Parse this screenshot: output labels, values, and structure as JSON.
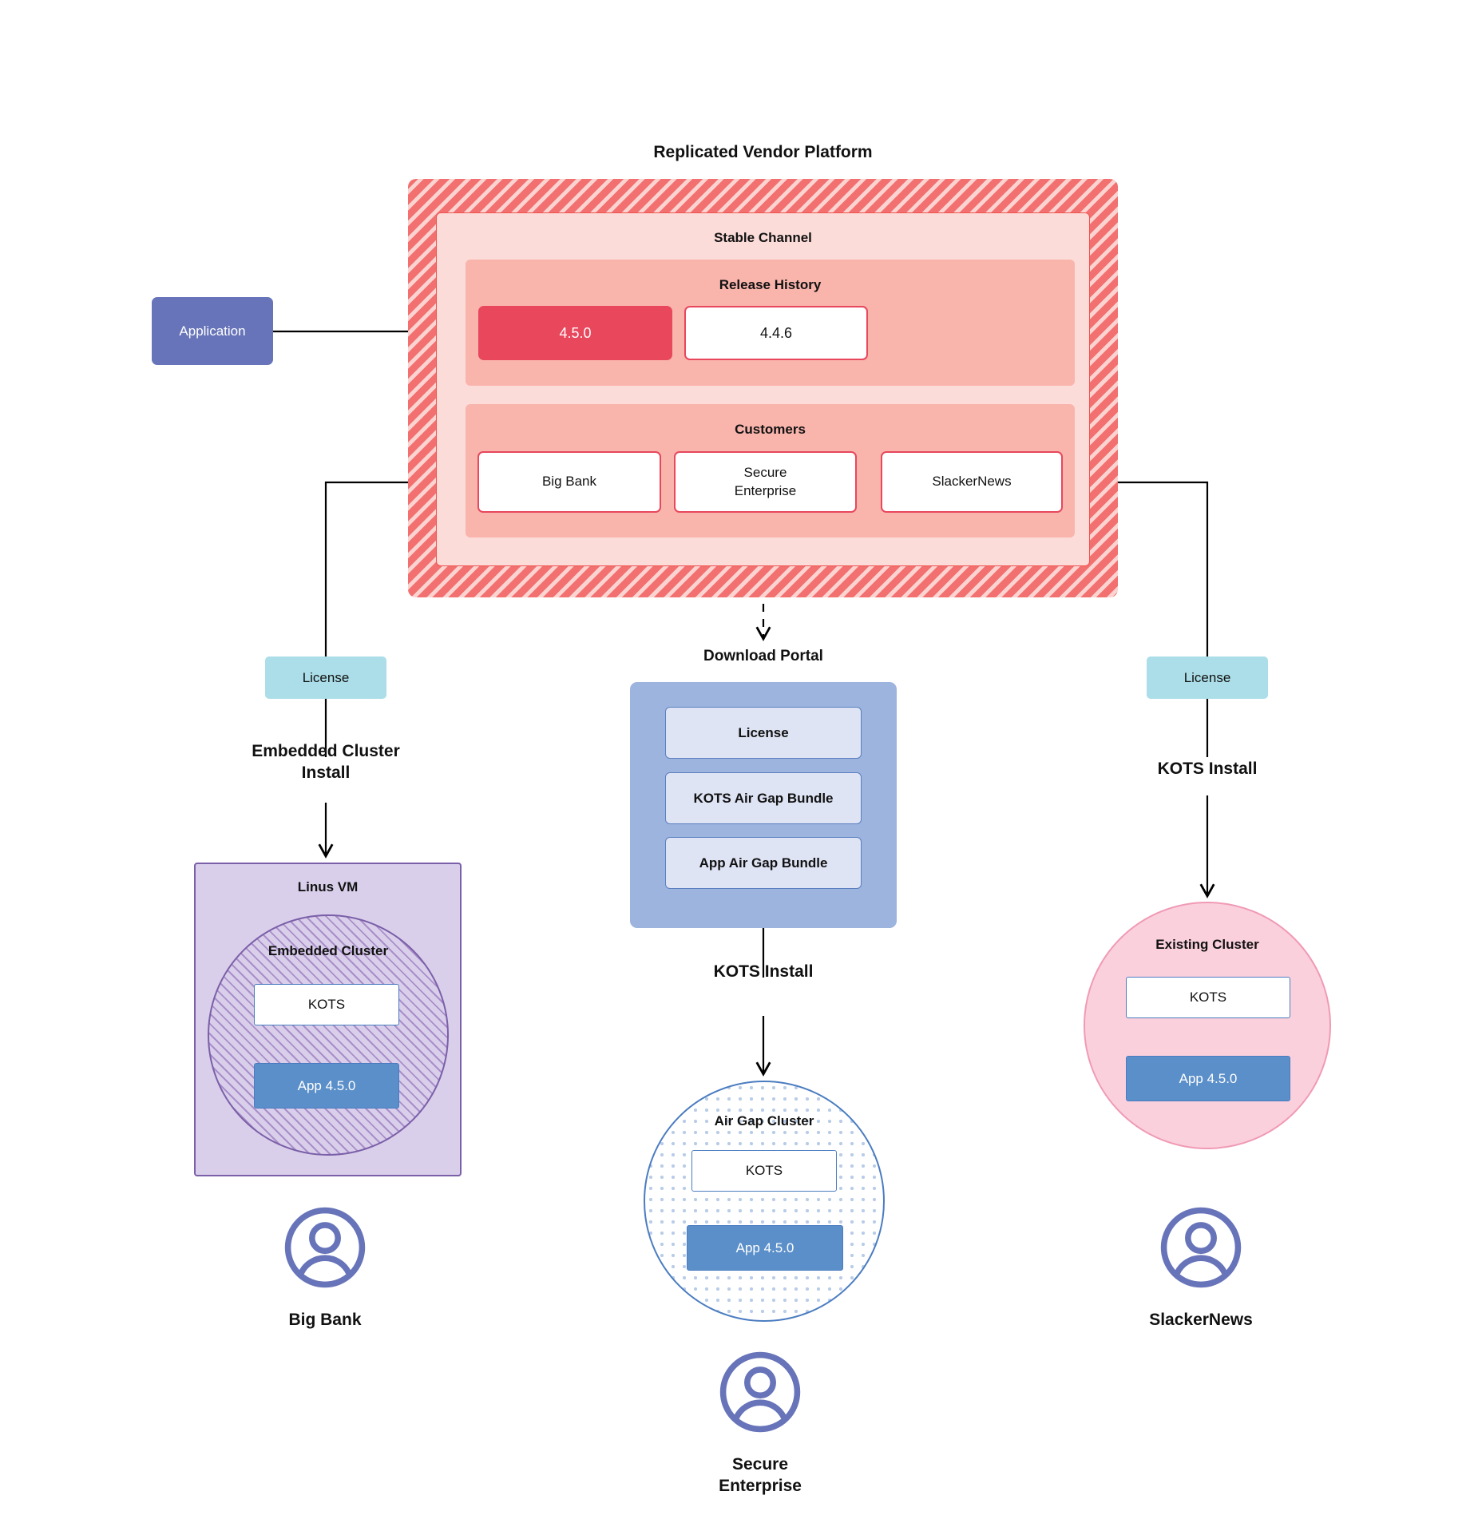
{
  "diagram": {
    "title": "Replicated Vendor Platform",
    "platform": {
      "label": "Replicated Vendor Platform",
      "channel_label": "Stable Channel",
      "release_history": {
        "label": "Release History",
        "releases": [
          {
            "version": "4.5.0",
            "state": "current"
          },
          {
            "version": "4.4.6",
            "state": "previous"
          }
        ]
      },
      "customers": {
        "label": "Customers",
        "items": [
          {
            "name": "Big Bank"
          },
          {
            "name": "Secure\nEnterprise"
          },
          {
            "name": "SlackerNews"
          }
        ]
      }
    },
    "application": {
      "label": "Application"
    },
    "licenses": {
      "left_label": "License",
      "right_label": "License"
    },
    "download_portal": {
      "title": "Download  Portal",
      "items": [
        {
          "label": "License"
        },
        {
          "label": "KOTS Air Gap Bundle"
        },
        {
          "label": "App Air Gap Bundle"
        }
      ]
    },
    "flows": {
      "embedded_cluster_install": "Embedded Cluster\nInstall",
      "kots_install_center": "KOTS Install",
      "kots_install_right": "KOTS Install"
    },
    "targets": {
      "linux_vm": {
        "label": "Linus VM",
        "cluster_label": "Embedded Cluster",
        "kots_label": "KOTS",
        "app_label": "App 4.5.0"
      },
      "air_gap": {
        "cluster_label": "Air Gap Cluster",
        "kots_label": "KOTS",
        "app_label": "App 4.5.0"
      },
      "existing": {
        "cluster_label": "Existing Cluster",
        "kots_label": "KOTS",
        "app_label": "App 4.5.0"
      }
    },
    "personas": [
      {
        "name": "Big Bank",
        "icon": "user-avatar-icon"
      },
      {
        "name": "Secure\nEnterprise",
        "icon": "user-avatar-icon"
      },
      {
        "name": "SlackerNews",
        "icon": "user-avatar-icon"
      }
    ],
    "colors": {
      "platform_hatch": "#f2706f",
      "platform_hatch_light": "#fbd3d1",
      "channel_fill": "#fcdcd9",
      "panel_fill": "#f9b4ac",
      "release_current": "#e8475c",
      "application_fill": "#6774b9",
      "license_fill": "#abdee8",
      "portal_fill": "#9cb4de",
      "portal_item_fill": "#dfe4f5",
      "linux_vm_fill": "#d9cfeb",
      "linux_vm_stroke": "#7b5fa8",
      "airgap_stroke": "#4a7cc0",
      "existing_fill": "#fbd0dd",
      "existing_stroke": "#f09ab5",
      "app_fill": "#5b8fc9",
      "avatar_stroke": "#6774b9"
    }
  }
}
